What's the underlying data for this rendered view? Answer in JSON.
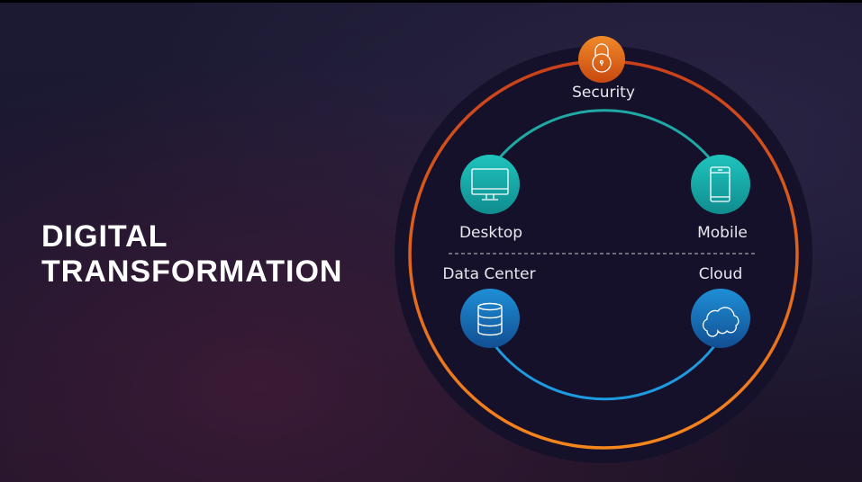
{
  "title": {
    "line1": "DIGITAL",
    "line2": "TRANSFORMATION"
  },
  "diagram": {
    "nodes": [
      {
        "id": "security",
        "label": "Security",
        "icon": "lock-icon",
        "color": "#e0641a"
      },
      {
        "id": "desktop",
        "label": "Desktop",
        "icon": "monitor-icon",
        "color": "#17a9a4"
      },
      {
        "id": "mobile",
        "label": "Mobile",
        "icon": "smartphone-icon",
        "color": "#17a9a4"
      },
      {
        "id": "datacenter",
        "label": "Data Center",
        "icon": "database-icon",
        "color": "#1a6fb8"
      },
      {
        "id": "cloud",
        "label": "Cloud",
        "icon": "cloud-icon",
        "color": "#1a6fb8"
      }
    ],
    "colors": {
      "outer_ring": "#f07d1e",
      "top_arc": "#1fa9a5",
      "bottom_arc": "#1e9be0"
    }
  }
}
